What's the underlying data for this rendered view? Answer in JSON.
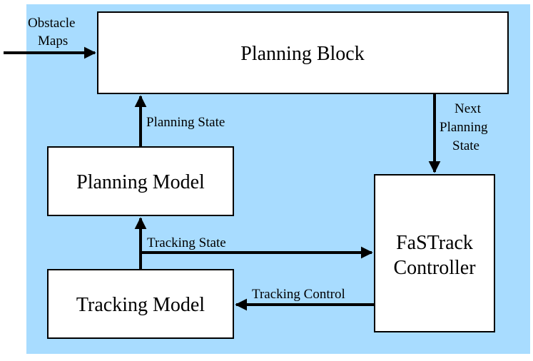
{
  "colors": {
    "background_panel": "#a8dcff",
    "box_fill": "#ffffff",
    "stroke": "#000000"
  },
  "boxes": {
    "planning_block": "Planning Block",
    "planning_model": "Planning Model",
    "tracking_model": "Tracking Model",
    "fastrack_controller": [
      "FaSTrack",
      "Controller"
    ]
  },
  "arrows": {
    "obstacle_maps": [
      "Obstacle",
      "Maps"
    ],
    "planning_state": "Planning State",
    "next_planning_state": [
      "Next",
      "Planning",
      "State"
    ],
    "tracking_state": "Tracking State",
    "tracking_control": "Tracking Control"
  }
}
